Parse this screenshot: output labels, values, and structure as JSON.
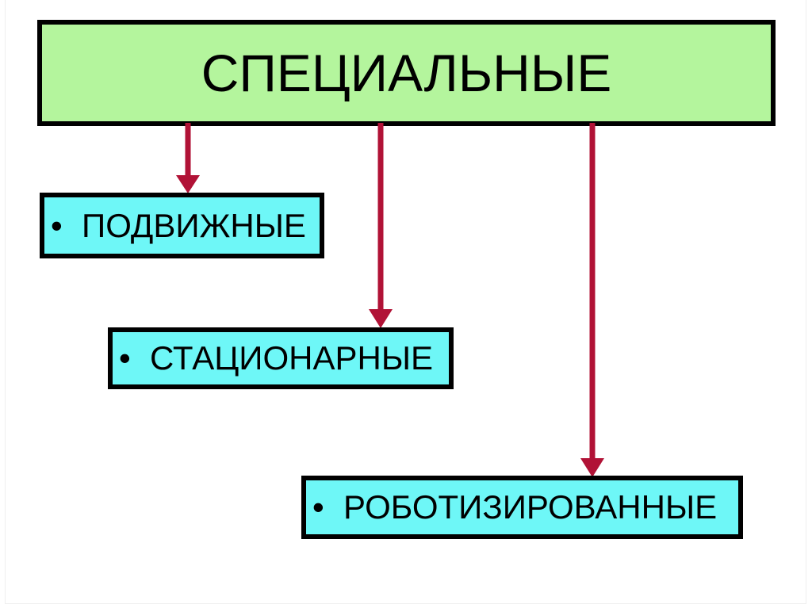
{
  "slide": {
    "title": "СПЕЦИАЛЬНЫЕ",
    "bullet_char": "•",
    "items": [
      {
        "label": "ПОДВИЖНЫЕ"
      },
      {
        "label": "СТАЦИОНАРНЫЕ"
      },
      {
        "label": "РОБОТИЗИРОВАННЫЕ"
      }
    ]
  },
  "colors": {
    "title-fill": "#b4f59d",
    "item-fill": "#6ef7f7",
    "arrow": "#b11236",
    "border": "#000000",
    "frame": "#efefef"
  }
}
